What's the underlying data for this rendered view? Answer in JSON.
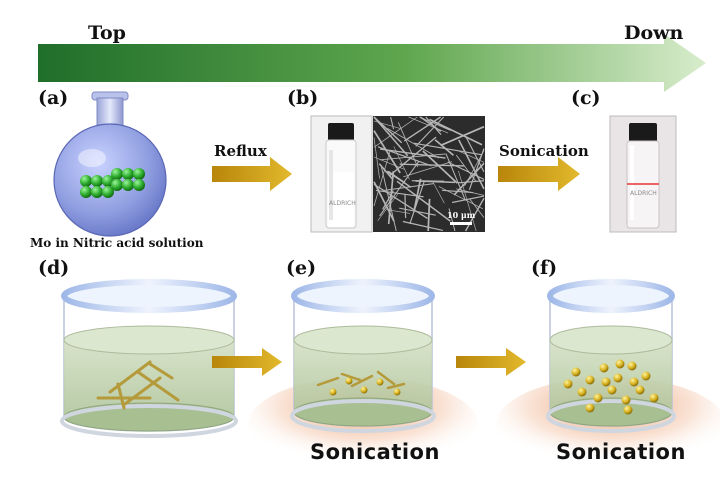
{
  "flow": {
    "start_label": "Top",
    "end_label": "Down"
  },
  "panels": {
    "a": "(a)",
    "b": "(b)",
    "c": "(c)",
    "d": "(d)",
    "e": "(e)",
    "f": "(f)"
  },
  "arrows": {
    "reflux": "Reflux",
    "sonication": "Sonication"
  },
  "caption_a": "Mo in Nitric acid solution",
  "scale_bar": "10 μm",
  "vial_label": "ALDRICH",
  "bottom_labels": {
    "e": "Sonication",
    "f": "Sonication"
  },
  "colors": {
    "arrow_gold": "#c9a21a",
    "flow_dark": "#1f6e2a",
    "flow_light": "#d8eccc",
    "sphere_green": "#2fae2f",
    "liquid": "#c6d6b4",
    "particle": "#d9b422"
  }
}
